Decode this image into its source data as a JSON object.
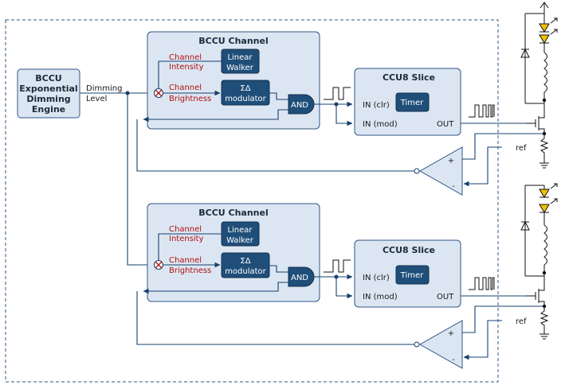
{
  "engine": {
    "line1": "BCCU",
    "line2": "Exponential",
    "line3": "Dimming",
    "line4": "Engine"
  },
  "dimming": {
    "line1": "Dimming",
    "line2": "Level"
  },
  "channels": [
    {
      "title": "BCCU Channel",
      "intensity_l1": "Channel",
      "intensity_l2": "Intensity",
      "walker_l1": "Linear",
      "walker_l2": "Walker",
      "brightness_l1": "Channel",
      "brightness_l2": "Brightness",
      "mod_l1": "ΣΔ",
      "mod_l2": "modulator",
      "and": "AND"
    },
    {
      "title": "BCCU Channel",
      "intensity_l1": "Channel",
      "intensity_l2": "Intensity",
      "walker_l1": "Linear",
      "walker_l2": "Walker",
      "brightness_l1": "Channel",
      "brightness_l2": "Brightness",
      "mod_l1": "ΣΔ",
      "mod_l2": "modulator",
      "and": "AND"
    }
  ],
  "slices": [
    {
      "title": "CCU8 Slice",
      "timer": "Timer",
      "in_clr": "IN (clr)",
      "in_mod": "IN (mod)",
      "out": "OUT"
    },
    {
      "title": "CCU8 Slice",
      "timer": "Timer",
      "in_clr": "IN (clr)",
      "in_mod": "IN (mod)",
      "out": "OUT"
    }
  ],
  "comparators": [
    {
      "plus": "+",
      "minus": "-",
      "ref": "ref"
    },
    {
      "plus": "+",
      "minus": "-",
      "ref": "ref"
    }
  ],
  "colors": {
    "block_fill": "#dce6f2",
    "block_border": "#2f5585",
    "inner_fill": "#1f4e79",
    "wire": "#16406e",
    "label_red": "#b01010",
    "led": "#f2c200"
  }
}
